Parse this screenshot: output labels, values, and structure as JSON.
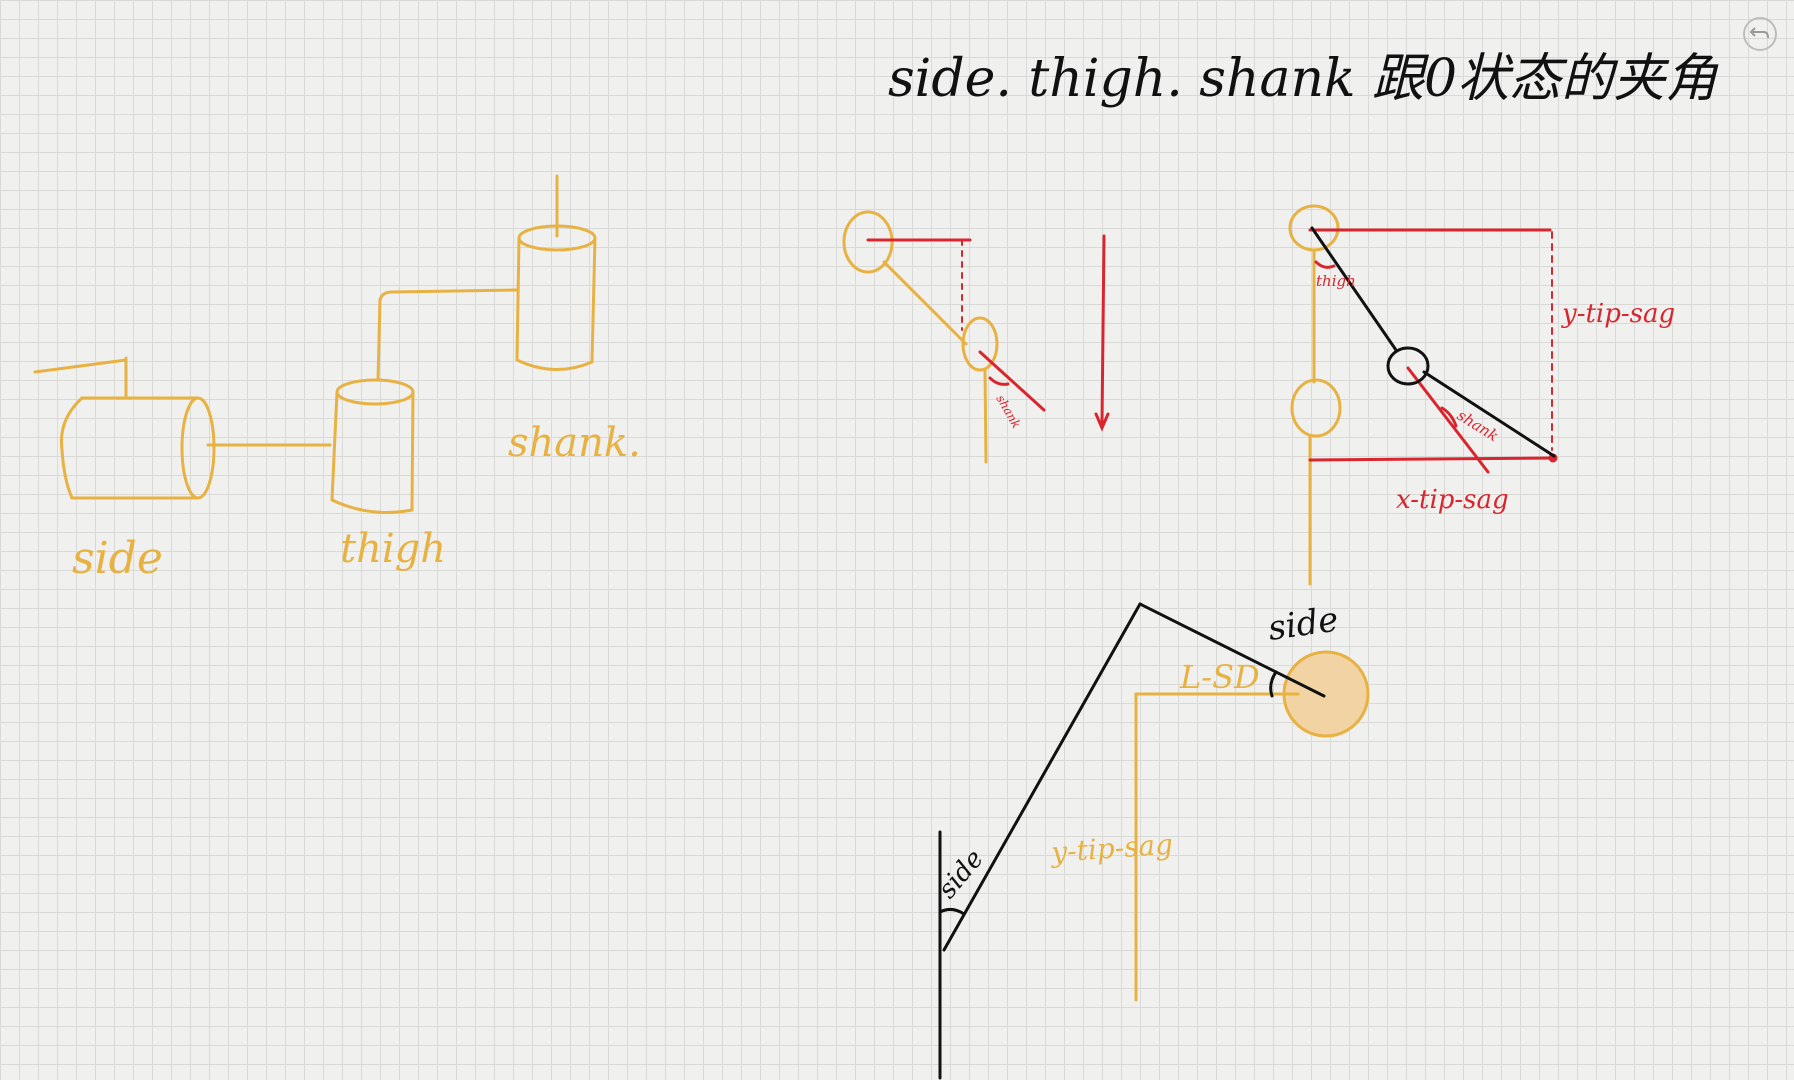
{
  "title": "side. thigh. shank 跟0状态的夹角",
  "sketch1": {
    "labels": {
      "side": "side",
      "thigh": "thigh",
      "shank": "shank."
    }
  },
  "sketch2": {
    "labels": {
      "shank": "shank"
    }
  },
  "sketch3": {
    "labels": {
      "thigh": "thigh",
      "shank": "shank",
      "y_tip": "y-tip-sag",
      "x_tip": "x-tip-sag"
    }
  },
  "sketch4": {
    "labels": {
      "side_top": "side",
      "l_sd": "L-SD",
      "y_tip": "y-tip-sag",
      "side_bottom": "side"
    }
  },
  "icons": {
    "undo": "undo-icon"
  },
  "colors": {
    "yellow": "#e8b243",
    "red": "#d9262e",
    "black": "#111111",
    "grid": "#d9d9d8"
  }
}
